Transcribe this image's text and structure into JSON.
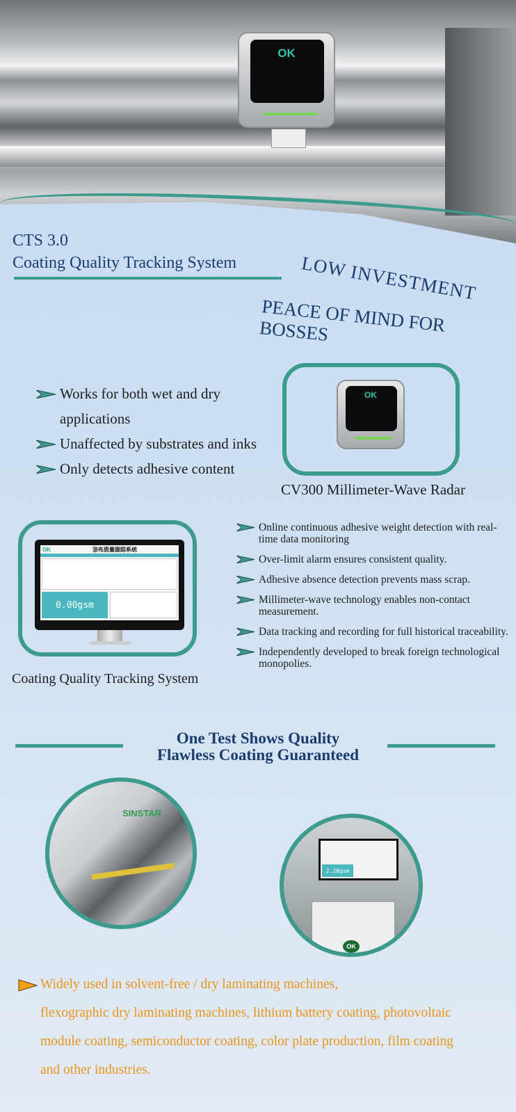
{
  "hero": {
    "device_logo": "OK"
  },
  "header": {
    "product_code": "CTS 3.0",
    "product_name": "Coating Quality Tracking System"
  },
  "slogan": {
    "line1": "LOW INVESTMENT",
    "line2": "PEACE OF MIND FOR BOSSES"
  },
  "benefits": [
    "Works for both wet and dry applications",
    "Unaffected by substrates and inks",
    "Only detects adhesive content"
  ],
  "radar": {
    "logo": "OK",
    "caption": "CV300 Millimeter-Wave Radar"
  },
  "software": {
    "screen_logo": "OK",
    "screen_title": "涂布质量跟踪系统",
    "reading": "0.00gsm",
    "caption": "Coating Quality Tracking System"
  },
  "features": [
    "Online continuous adhesive weight detection with real-time data monitoring",
    "Over-limit alarm ensures consistent quality.",
    "Adhesive absence detection prevents mass scrap.",
    "Millimeter-wave technology enables non-contact measurement.",
    "Data tracking and recording for full historical traceability.",
    "Independently developed to break foreign technological monopolies."
  ],
  "section": {
    "title_line1": "One Test Shows Quality",
    "title_line2": "Flawless Coating Guaranteed"
  },
  "photos": {
    "brand_left": "SINSTAR",
    "right_reading": "2.28gsm",
    "right_logo": "OK"
  },
  "applications": {
    "line1": "Widely used in solvent-free / dry laminating machines,",
    "line2": "flexographic dry laminating machines, lithium battery coating, photovoltaic",
    "line3": "module coating, semiconductor coating, color plate production, film coating",
    "line4": "and other industries."
  },
  "colors": {
    "teal": "#3c9b8d",
    "navy": "#1a3d6d",
    "orange": "#e8941e",
    "background": "#c5daf1"
  }
}
